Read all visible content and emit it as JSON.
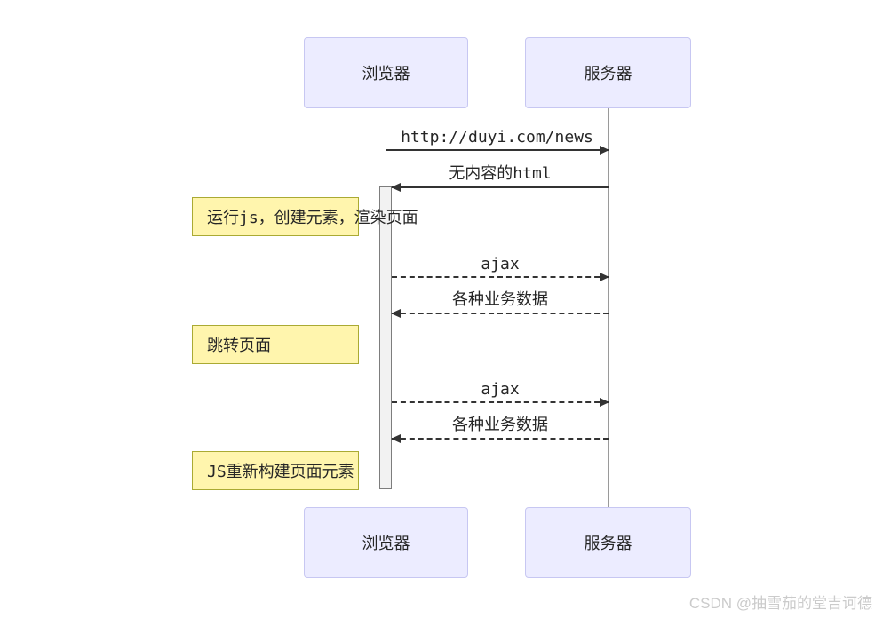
{
  "diagram": {
    "type": "sequence",
    "actors": {
      "browser": "浏览器",
      "server": "服务器"
    },
    "messages": [
      {
        "label": "http://duyi.com/news",
        "style": "solid",
        "direction": "right",
        "from": "浏览器",
        "to": "服务器"
      },
      {
        "label": "无内容的html",
        "style": "solid",
        "direction": "left",
        "from": "服务器",
        "to": "浏览器"
      },
      {
        "label": "ajax",
        "style": "dashed",
        "direction": "right",
        "from": "浏览器",
        "to": "服务器"
      },
      {
        "label": "各种业务数据",
        "style": "dashed",
        "direction": "left",
        "from": "服务器",
        "to": "浏览器"
      },
      {
        "label": "ajax",
        "style": "dashed",
        "direction": "right",
        "from": "浏览器",
        "to": "服务器"
      },
      {
        "label": "各种业务数据",
        "style": "dashed",
        "direction": "left",
        "from": "服务器",
        "to": "浏览器"
      }
    ],
    "notes": [
      {
        "text": "运行js，创建元素，渲染页面"
      },
      {
        "text": "跳转页面"
      },
      {
        "text": "JS重新构建页面元素"
      }
    ],
    "colors": {
      "actor_fill": "#ECECFF",
      "actor_border": "#C7C7F2",
      "note_fill": "#FFF5AD",
      "note_border": "#AAAA33",
      "message_line": "#333333",
      "lifeline": "#9A9A9A",
      "activation_fill": "#F2F2F2",
      "activation_border": "#7D7D7D",
      "text": "#262626",
      "watermark": "#CBCBCB"
    }
  },
  "watermark": "CSDN @抽雪茄的堂吉诃德"
}
